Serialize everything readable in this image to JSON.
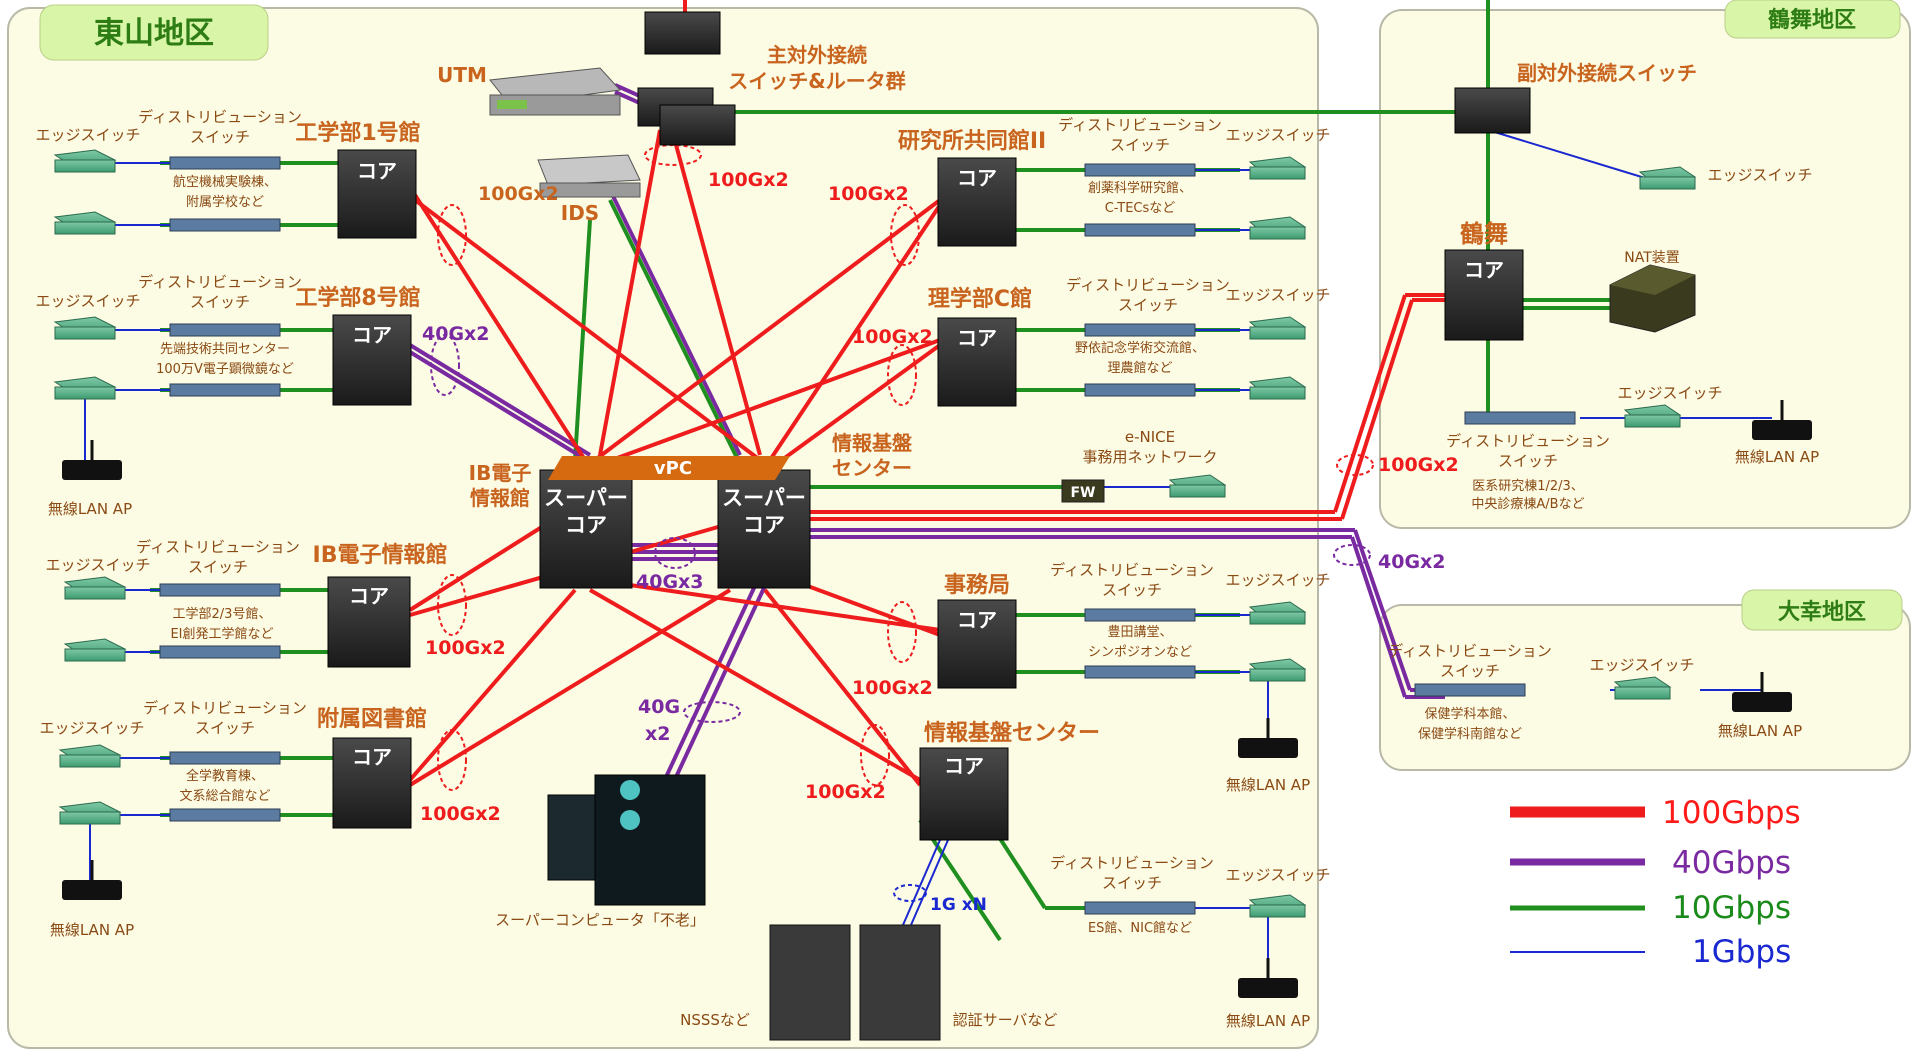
{
  "regions": {
    "higashiyama": "東山地区",
    "tsurumai": "鶴舞地区",
    "daiko": "大幸地区"
  },
  "core_label": "コア",
  "super_core_label": "スーパー\nコア",
  "vpc": "vPC",
  "ib_label_line1": "IB電子",
  "ib_label_line2": "情報館",
  "info_center_line1": "情報基盤",
  "info_center_line2": "センター",
  "utm": "UTM",
  "ids": "IDS",
  "main_router_line1": "主対外接続",
  "main_router_line2": "スイッチ&ルータ群",
  "sub_switch": "副対外接続スイッチ",
  "nat": "NAT装置",
  "fw": "FW",
  "enice_line1": "e-NICE",
  "enice_line2": "事務用ネットワーク",
  "edge_switch": "エッジスイッチ",
  "dist_switch_line1": "ディストリビューション",
  "dist_switch_line2": "スイッチ",
  "wireless_ap": "無線LAN AP",
  "buildings": {
    "eng1": {
      "name": "工学部1号館",
      "desc1": "航空機械実験棟、",
      "desc2": "附属学校など",
      "bw": "100Gx2"
    },
    "eng8": {
      "name": "工学部8号館",
      "desc1": "先端技術共同センター",
      "desc2": "100万V電子顕微鏡など",
      "bw": "40Gx2"
    },
    "ib": {
      "name": "IB電子情報館",
      "desc1": "工学部2/3号館、",
      "desc2": "EI創発工学館など",
      "bw": "100Gx2"
    },
    "lib": {
      "name": "附属図書館",
      "desc1": "全学教育棟、",
      "desc2": "文系総合館など",
      "bw": "100Gx2"
    },
    "lab2": {
      "name": "研究所共同館II",
      "desc1": "創薬科学研究館、",
      "desc2": "C-TECsなど",
      "bw": "100Gx2"
    },
    "sciC": {
      "name": "理学部C館",
      "desc1": "野依記念学術交流館、",
      "desc2": "理農館など",
      "bw": "100Gx2"
    },
    "office": {
      "name": "事務局",
      "desc1": "豊田講堂、",
      "desc2": "シンポジオンなど",
      "bw": "100Gx2"
    },
    "itc": {
      "name": "情報基盤センター",
      "desc1": "ES館、NIC館など",
      "bw": "100Gx2"
    },
    "tsurumai": {
      "name": "鶴舞",
      "desc1": "医系研究棟1/2/3、",
      "desc2": "中央診療棟A/Bなど",
      "bw": "100Gx2"
    },
    "daiko": {
      "desc1": "保健学科本館、",
      "desc2": "保健学科南館など",
      "bw": "40Gx2"
    }
  },
  "main_bw": "100Gx2",
  "supercore_link": "40Gx3",
  "super_computer_link_line1": "40G",
  "super_computer_link_line2": "x2",
  "super_computer": "スーパーコンピュータ「不老」",
  "nsss": "NSSSなど",
  "auth": "認証サーバなど",
  "gbn": "1G xN",
  "legend": [
    {
      "label": "100Gbps",
      "color": "#ff1a1a"
    },
    {
      "label": "40Gbps",
      "color": "#7a2aa0"
    },
    {
      "label": "10Gbps",
      "color": "#1a8a1a"
    },
    {
      "label": "1Gbps",
      "color": "#1a28d0"
    }
  ],
  "colors": {
    "link100": "#ee1c1c",
    "link40": "#7a2aa0",
    "link10": "#1f8f1f",
    "link1": "#1a28d0",
    "region_bg": "#fcfbe4",
    "region_tag": "#d8f5a8",
    "label": "#c8641e"
  }
}
